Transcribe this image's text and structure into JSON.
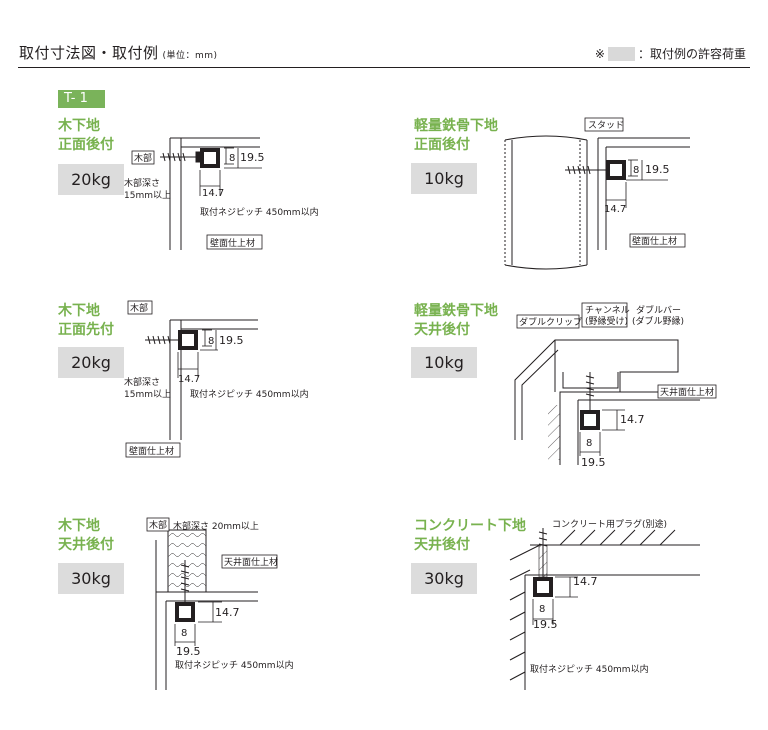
{
  "header": {
    "title": "取付寸法図・取付例",
    "unit": "(単位：mm)",
    "note_mark": "※",
    "note_text": "：取付例の許容荷重"
  },
  "tag": "T- 1",
  "sections": [
    {
      "title": "木下地\n正面後付",
      "load": "20kg",
      "labels": {
        "base": "木部",
        "depth": "木部深さ\n15mm以上",
        "pitch": "取付ネジピッチ 450mm以内",
        "finish": "壁面仕上材"
      },
      "dims": {
        "d1": "8",
        "d2": "19.5",
        "d3": "14.7"
      }
    },
    {
      "title": "木下地\n正面先付",
      "load": "20kg",
      "labels": {
        "base": "木部",
        "depth": "木部深さ\n15mm以上",
        "pitch": "取付ネジピッチ 450mm以内",
        "finish": "壁面仕上材"
      },
      "dims": {
        "d1": "8",
        "d2": "19.5",
        "d3": "14.7"
      }
    },
    {
      "title": "木下地\n天井後付",
      "load": "30kg",
      "labels": {
        "base": "木部",
        "depth": "木部深さ 20mm以上",
        "finish": "天井面仕上材",
        "pitch": "取付ネジピッチ 450mm以内"
      },
      "dims": {
        "d1": "14.7",
        "d2": "8",
        "d3": "19.5"
      }
    },
    {
      "title": "軽量鉄骨下地\n正面後付",
      "load": "10kg",
      "labels": {
        "base": "スタッド",
        "finish": "壁面仕上材"
      },
      "dims": {
        "d1": "8",
        "d2": "19.5",
        "d3": "14.7"
      }
    },
    {
      "title": "軽量鉄骨下地\n天井後付",
      "load": "10kg",
      "labels": {
        "clip": "ダブルクリップ",
        "channel": "チャンネル\n(野縁受け)",
        "bar": "ダブルバー\n(ダブル野縁)",
        "finish": "天井面仕上材"
      },
      "dims": {
        "d1": "14.7",
        "d2": "8",
        "d3": "19.5"
      }
    },
    {
      "title": "コンクリート下地\n天井後付",
      "load": "30kg",
      "labels": {
        "plug": "コンクリート用プラグ(別途)",
        "pitch": "取付ネジピッチ 450mm以内"
      },
      "dims": {
        "d1": "14.7",
        "d2": "8",
        "d3": "19.5"
      }
    }
  ]
}
